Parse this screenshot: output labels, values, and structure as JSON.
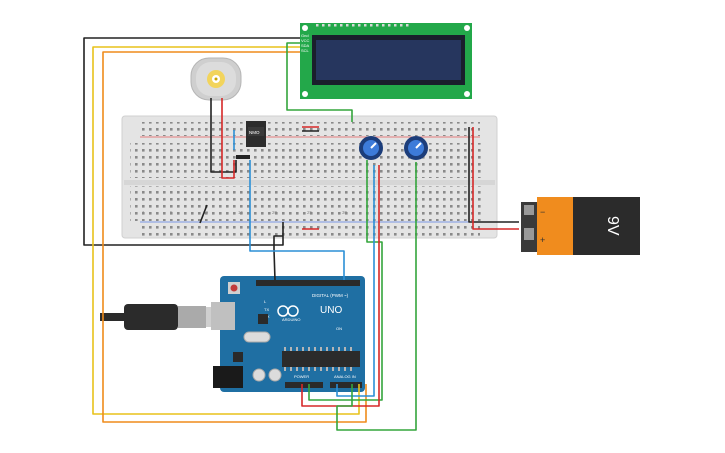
{
  "lcd": {
    "pins": [
      "Gnd",
      "VCC",
      "SDA",
      "SCL"
    ]
  },
  "battery": {
    "label": "9V",
    "neg": "−",
    "pos": "+",
    "colors": {
      "body": "#f08c1e",
      "cap": "#2b2b2b",
      "wire_neg": "#222222",
      "wire_pos": "#d62828"
    }
  },
  "breadboard": {
    "column_numbers": [
      "1",
      "5",
      "10",
      "15",
      "20",
      "25",
      "30"
    ]
  },
  "transistor": {
    "label": "NMO"
  },
  "arduino": {
    "brand": "ARDUINO",
    "model": "UNO",
    "digital_label": "DIGITAL (PWM ~)",
    "power_label": "POWER",
    "analog_label": "ANALOG IN",
    "tx_label": "TX",
    "rx_label": "RX",
    "l_label": "L",
    "on_label": "ON",
    "colors": {
      "board": "#1f6fa3"
    }
  },
  "wires": {
    "colors": {
      "black": "#222222",
      "red": "#d62828",
      "green": "#34a53c",
      "blue": "#2b8fd6",
      "orange": "#ef8c1c",
      "yellow": "#e8c21a"
    }
  }
}
